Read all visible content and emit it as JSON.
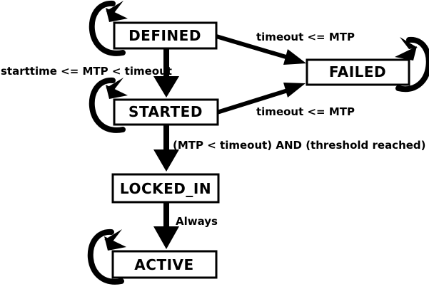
{
  "diagram": {
    "type": "state-machine",
    "colors": {
      "background": "#ffffff",
      "stroke": "#000000",
      "text": "#000000",
      "state_fill": "#ffffff"
    },
    "states": {
      "defined": {
        "label": "DEFINED",
        "self_loop": true
      },
      "failed": {
        "label": "FAILED",
        "self_loop": true
      },
      "started": {
        "label": "STARTED",
        "self_loop": true
      },
      "locked_in": {
        "label": "LOCKED_IN",
        "self_loop": false
      },
      "active": {
        "label": "ACTIVE",
        "self_loop": true
      }
    },
    "transitions": {
      "defined_to_failed": {
        "from": "DEFINED",
        "to": "FAILED",
        "label": "timeout <= MTP"
      },
      "defined_to_started": {
        "from": "DEFINED",
        "to": "STARTED",
        "label": "starttime <= MTP < timeout"
      },
      "started_to_failed": {
        "from": "STARTED",
        "to": "FAILED",
        "label": "timeout <= MTP"
      },
      "started_to_locked_in": {
        "from": "STARTED",
        "to": "LOCKED_IN",
        "label": "(MTP < timeout) AND (threshold reached)"
      },
      "locked_in_to_active": {
        "from": "LOCKED_IN",
        "to": "ACTIVE",
        "label": "Always"
      }
    }
  }
}
